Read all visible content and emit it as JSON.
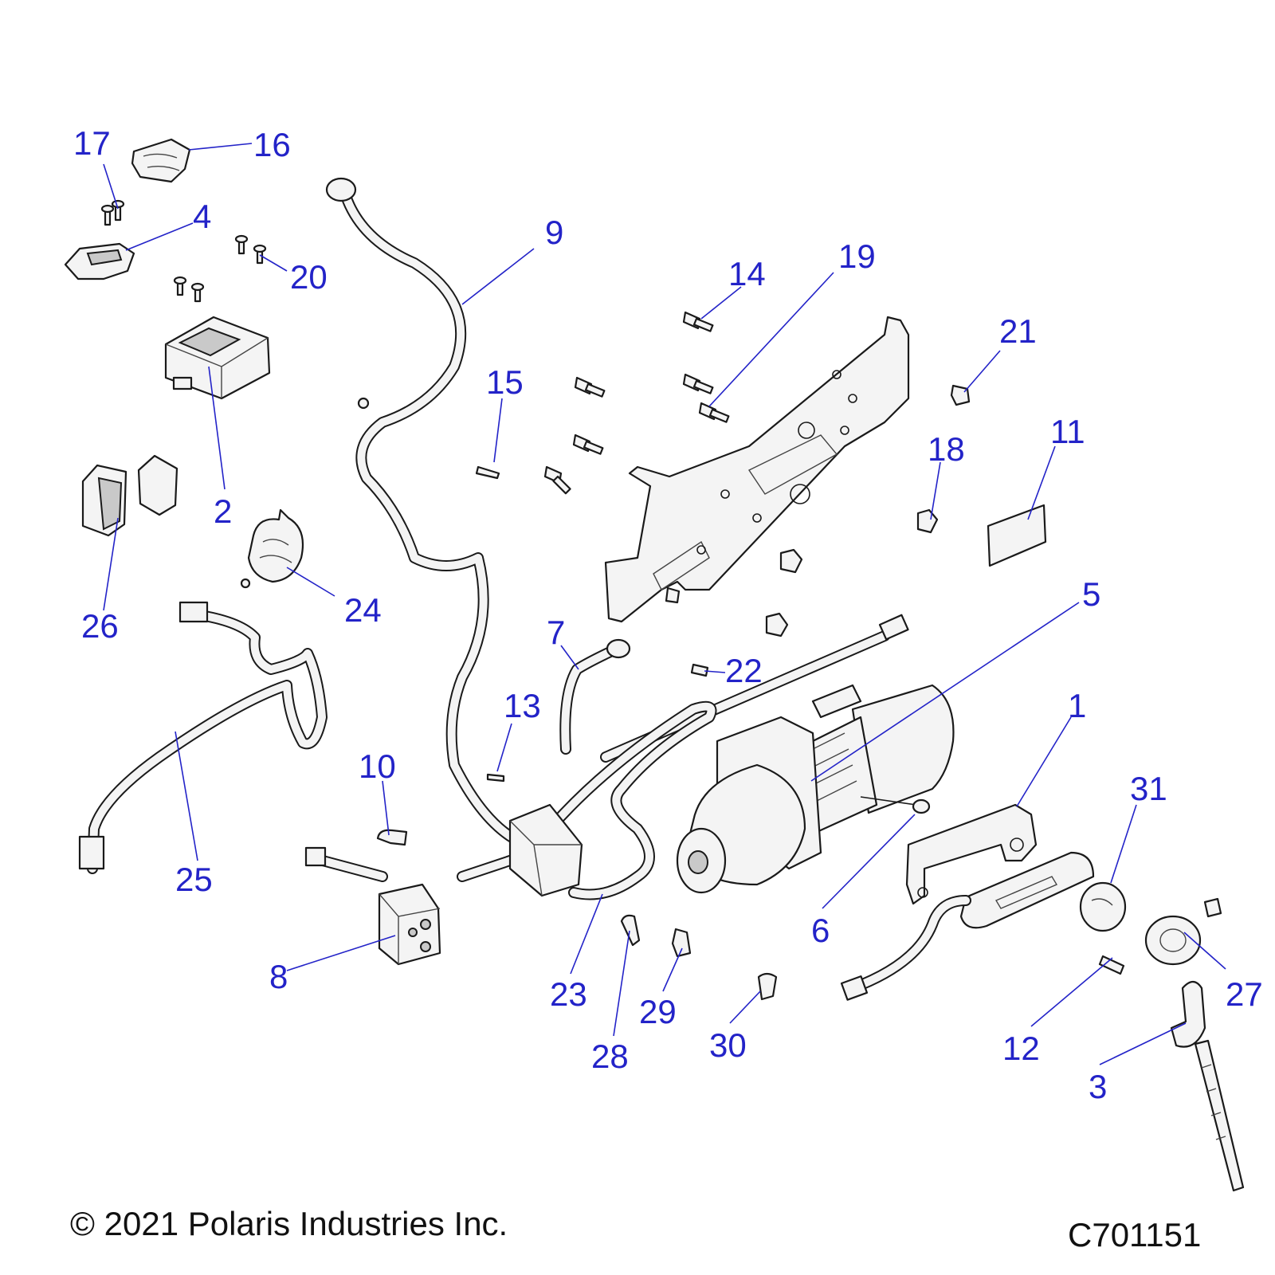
{
  "diagram": {
    "callouts": [
      "1",
      "2",
      "3",
      "4",
      "5",
      "6",
      "7",
      "8",
      "9",
      "10",
      "11",
      "12",
      "13",
      "14",
      "15",
      "16",
      "17",
      "18",
      "19",
      "20",
      "21",
      "22",
      "23",
      "24",
      "25",
      "26",
      "27",
      "28",
      "29",
      "30",
      "31"
    ]
  },
  "footer": {
    "copyright": "© 2021 Polaris Industries Inc.",
    "code": "C701151"
  },
  "colors": {
    "callout": "#2323c8",
    "line": "#1a1a1a",
    "part_fill": "#f4f4f4"
  }
}
